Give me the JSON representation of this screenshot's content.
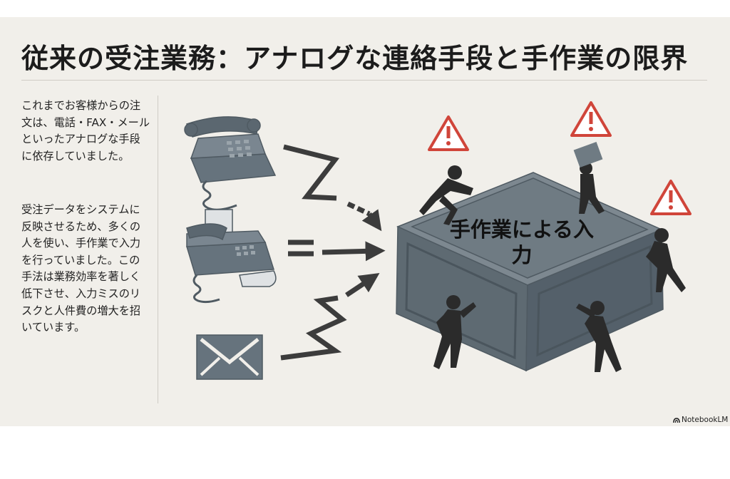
{
  "title": "従来の受注業務：アナログな連絡手段と手作業の限界",
  "body": {
    "paragraph1": "これまでお客様からの注文は、電話・FAX・メールといったアナログな手段に依存していました。",
    "paragraph2": "受注データをシステムに反映させるため、多くの人を使い、手作業で入力を行っていました。この手法は業務効率を著しく低下させ、入力ミスのリスクと人件費の増大を招いています。"
  },
  "diagram": {
    "box_label": "手作業による入力",
    "channels": [
      "telephone-icon",
      "fax-machine-icon",
      "envelope-icon"
    ]
  },
  "brand": "NotebookLM",
  "colors": {
    "background": "#f1efea",
    "icon": "#66737d",
    "arrow": "#3c3c3c",
    "box": "#6b7780",
    "figure": "#2b2b2b",
    "warning": "#d0453a"
  }
}
